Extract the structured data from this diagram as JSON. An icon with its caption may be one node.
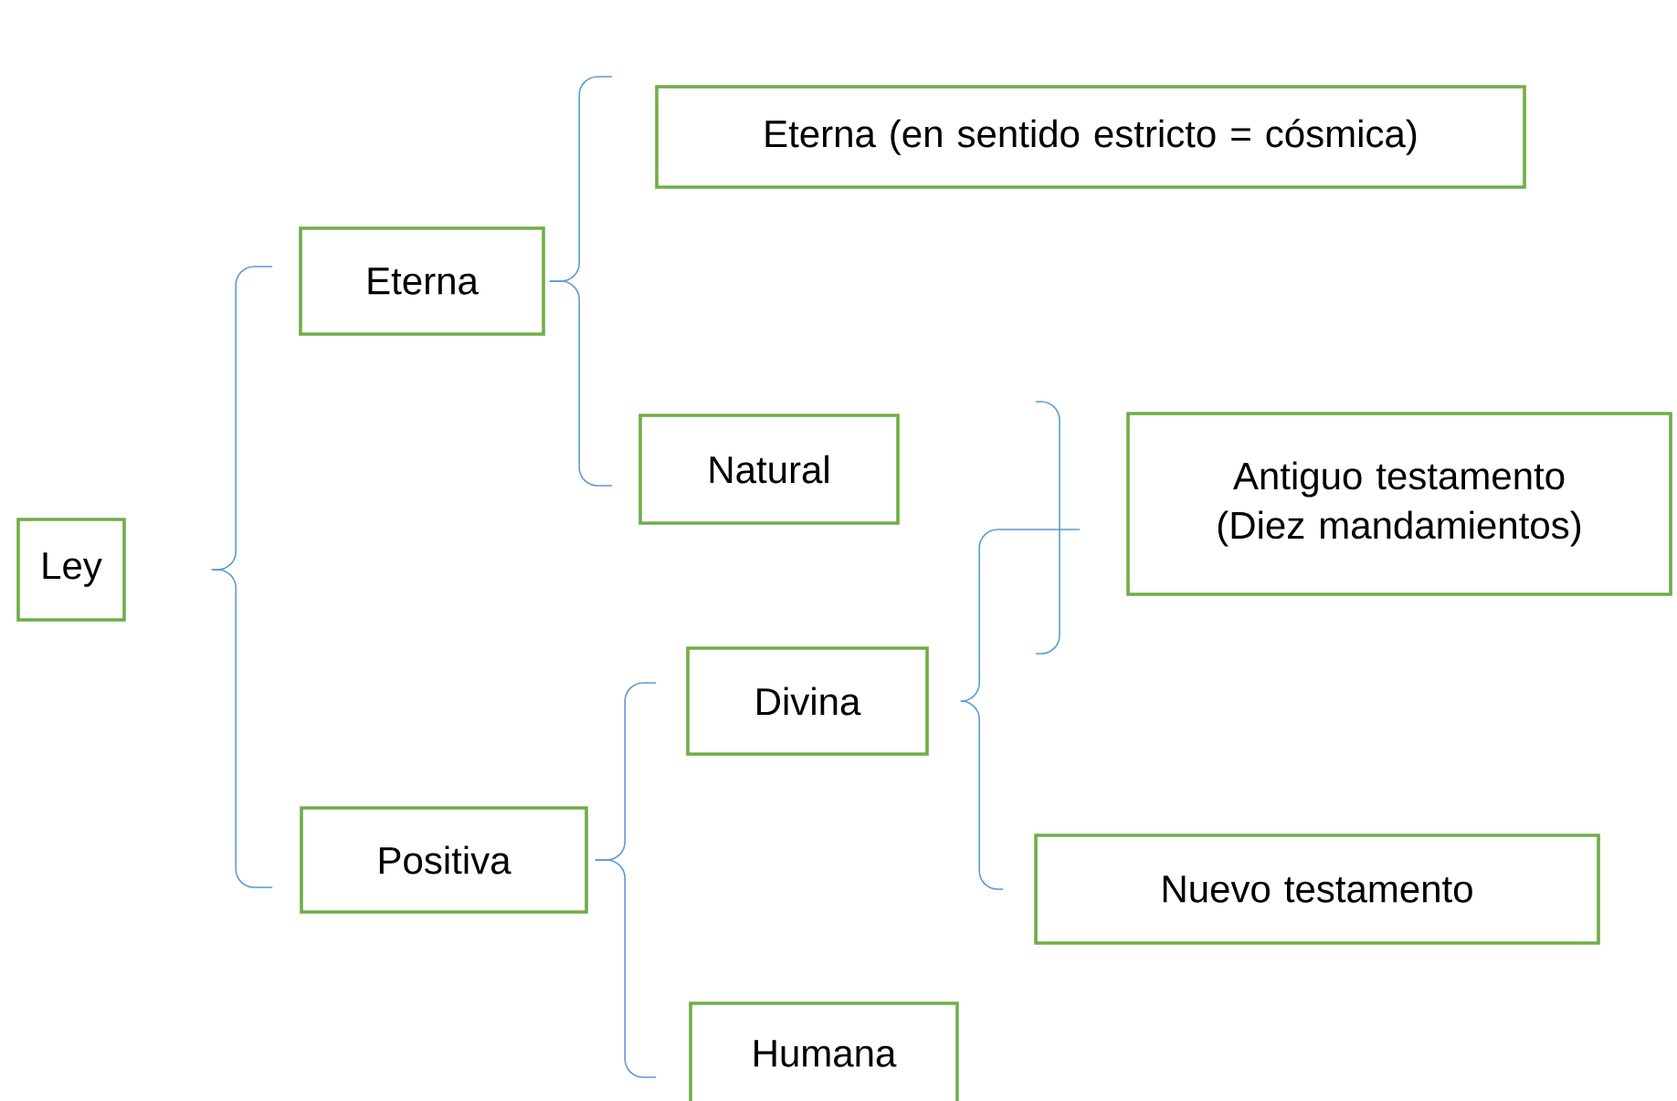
{
  "diagram": {
    "nodes": [
      {
        "text": [
          "Ley"
        ]
      },
      {
        "text": [
          "Eterna"
        ]
      },
      {
        "text": [
          "Eterna (en sentido estricto = cósmica)"
        ]
      },
      {
        "text": [
          "Natural"
        ]
      },
      {
        "text": [
          "Positiva"
        ]
      },
      {
        "text": [
          "Divina"
        ]
      },
      {
        "text": [
          "Antiguo testamento (Diez mandamientos)"
        ]
      },
      {
        "text": [
          "Nuevo testamento"
        ]
      },
      {
        "text": [
          "Humana"
        ]
      }
    ],
    "edges": [
      {
        "from": 0,
        "to": 1,
        "arrow": "none"
      },
      {
        "from": 0,
        "to": 4,
        "arrow": "none"
      },
      {
        "from": 1,
        "to": 2,
        "arrow": "none"
      },
      {
        "from": 1,
        "to": 3,
        "arrow": "none"
      },
      {
        "from": 4,
        "to": 5,
        "arrow": "none"
      },
      {
        "from": 4,
        "to": 8,
        "arrow": "none"
      },
      {
        "from": 5,
        "to": 6,
        "arrow": "none"
      },
      {
        "from": 5,
        "to": 7,
        "arrow": "none"
      }
    ]
  }
}
